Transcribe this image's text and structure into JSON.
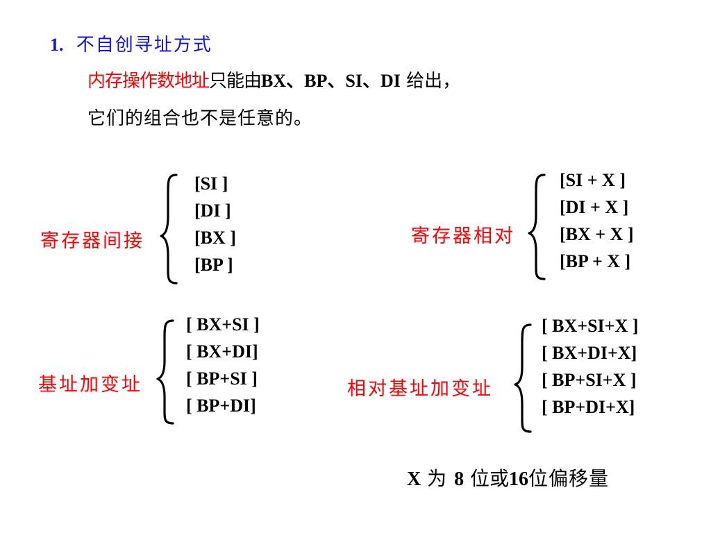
{
  "heading": {
    "number": "1.",
    "title": "不自创寻址方式"
  },
  "intro": {
    "line1_highlight": "内存操作数地址",
    "line1_rest_prefix": "只能由",
    "line1_registers": "BX、BP、SI、DI",
    "line1_suffix": " 给出，",
    "line2": "它们的组合也不是任意的。"
  },
  "groups": [
    {
      "label": "寄存器间接",
      "items": [
        "[SI ]",
        "[DI ]",
        "[BX ]",
        "[BP ]"
      ]
    },
    {
      "label": "寄存器相对",
      "items": [
        "[SI + X ]",
        "[DI + X ]",
        "[BX + X ]",
        "[BP + X ]"
      ]
    },
    {
      "label": "基址加变址",
      "items": [
        "[ BX+SI ]",
        "[ BX+DI]",
        "[ BP+SI ]",
        "[ BP+DI]"
      ]
    },
    {
      "label": "相对基址加变址",
      "items": [
        "[ BX+SI+X ]",
        "[ BX+DI+X]",
        "[ BP+SI+X ]",
        "[ BP+DI+X]"
      ]
    }
  ],
  "note": {
    "var": "X",
    "text1": "为",
    "bits1": "8",
    "text2": "位或",
    "bits2": "16",
    "text3": "位偏移量"
  },
  "colors": {
    "heading": "#1010e0",
    "label": "#ff0000",
    "highlight": "#ff0000",
    "body": "#000000"
  }
}
